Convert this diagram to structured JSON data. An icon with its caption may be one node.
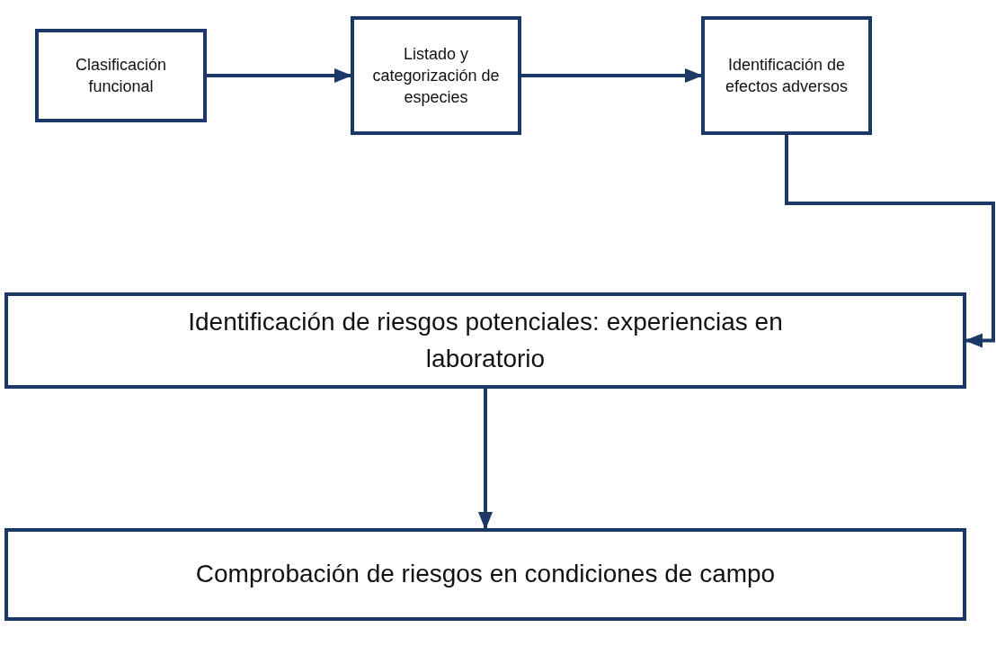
{
  "diagram": {
    "nodes": [
      {
        "text": [
          "Clasificación funcional"
        ]
      },
      {
        "text": [
          "Listado y categorización de especies"
        ]
      },
      {
        "text": [
          "Identificación de efectos adversos"
        ]
      },
      {
        "text": [
          "Identificación de riesgos potenciales: experiencias en laboratorio"
        ]
      },
      {
        "text": [
          "Comprobación de riesgos en condiciones de campo"
        ]
      }
    ],
    "edges": [
      {
        "from": 0,
        "to": 1,
        "arrow": "to"
      },
      {
        "from": 1,
        "to": 2,
        "arrow": "to"
      },
      {
        "from": 2,
        "to": 3,
        "arrow": "to"
      },
      {
        "from": 3,
        "to": 4,
        "arrow": "to"
      }
    ]
  }
}
